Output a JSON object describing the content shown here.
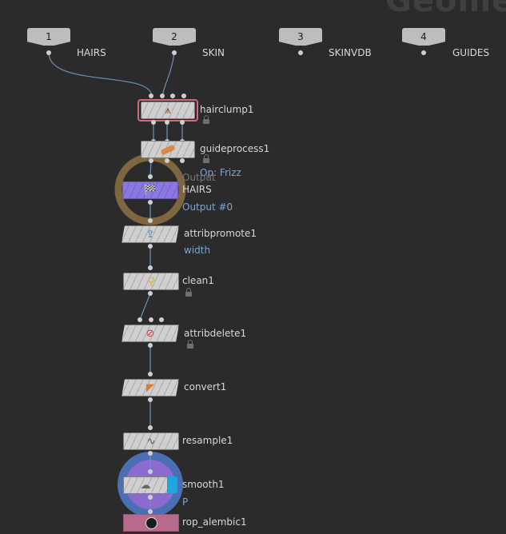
{
  "network_title": "Geomet",
  "inputs": [
    {
      "num": "1",
      "label": "HAIRS"
    },
    {
      "num": "2",
      "label": "SKIN"
    },
    {
      "num": "3",
      "label": "SKINVDB"
    },
    {
      "num": "4",
      "label": "GUIDES"
    }
  ],
  "nodes": {
    "hairclump": {
      "name": "hairclump1"
    },
    "guideprocess": {
      "name": "guideprocess1",
      "sub": "Op: Frizz"
    },
    "output": {
      "name": "HAIRS",
      "sub": "Output #0",
      "ghost": "Output"
    },
    "attribpromote": {
      "name": "attribpromote1",
      "sub": "width"
    },
    "clean": {
      "name": "clean1"
    },
    "attribdelete": {
      "name": "attribdelete1"
    },
    "convert": {
      "name": "convert1"
    },
    "resample": {
      "name": "resample1"
    },
    "smooth": {
      "name": "smooth1",
      "sub": "P"
    },
    "rop_alembic": {
      "name": "rop_alembic1"
    }
  },
  "colors": {
    "background": "#2b2b2b",
    "wire": "#6e8fb5",
    "output_ring": "#7d6640",
    "output_node": "#8b78e0",
    "display_ring": "#4a6fb3",
    "display_inner": "#8b6bd0",
    "rop_node": "#b86a8c",
    "selected_outline": "#d06a7d",
    "param_text": "#7aa6d8"
  },
  "icons": {
    "hairclump": "hair-clump-icon",
    "guideprocess": "bandage-icon",
    "output": "checkered-flag-icon",
    "attribpromote": "attribute-promote-icon",
    "clean": "broom-icon",
    "attribdelete": "attribute-delete-icon",
    "convert": "convert-icon",
    "resample": "wave-icon",
    "smooth": "smooth-icon",
    "rop_alembic": "alembic-icon"
  }
}
